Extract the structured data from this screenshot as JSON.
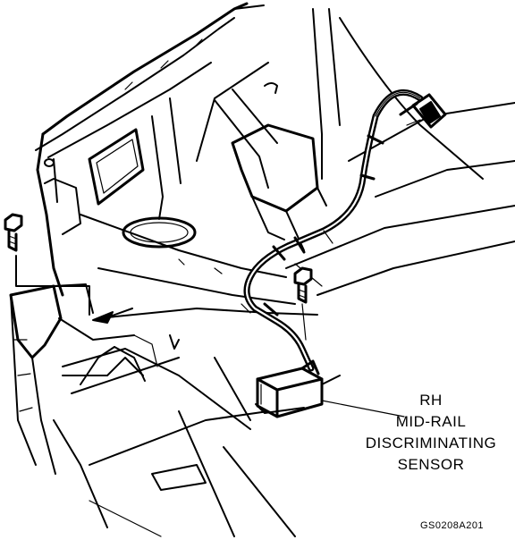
{
  "callout": {
    "line1": "RH",
    "line2": "MID-RAIL",
    "line3": "DISCRIMINATING",
    "line4": "SENSOR"
  },
  "figure_id": "GS0208A201",
  "parts": [
    "body-structure",
    "strut-tower",
    "wiring-harness",
    "electrical-connector",
    "mounting-bolt-left",
    "mounting-bolt-right",
    "mounting-bracket",
    "discriminating-sensor"
  ]
}
